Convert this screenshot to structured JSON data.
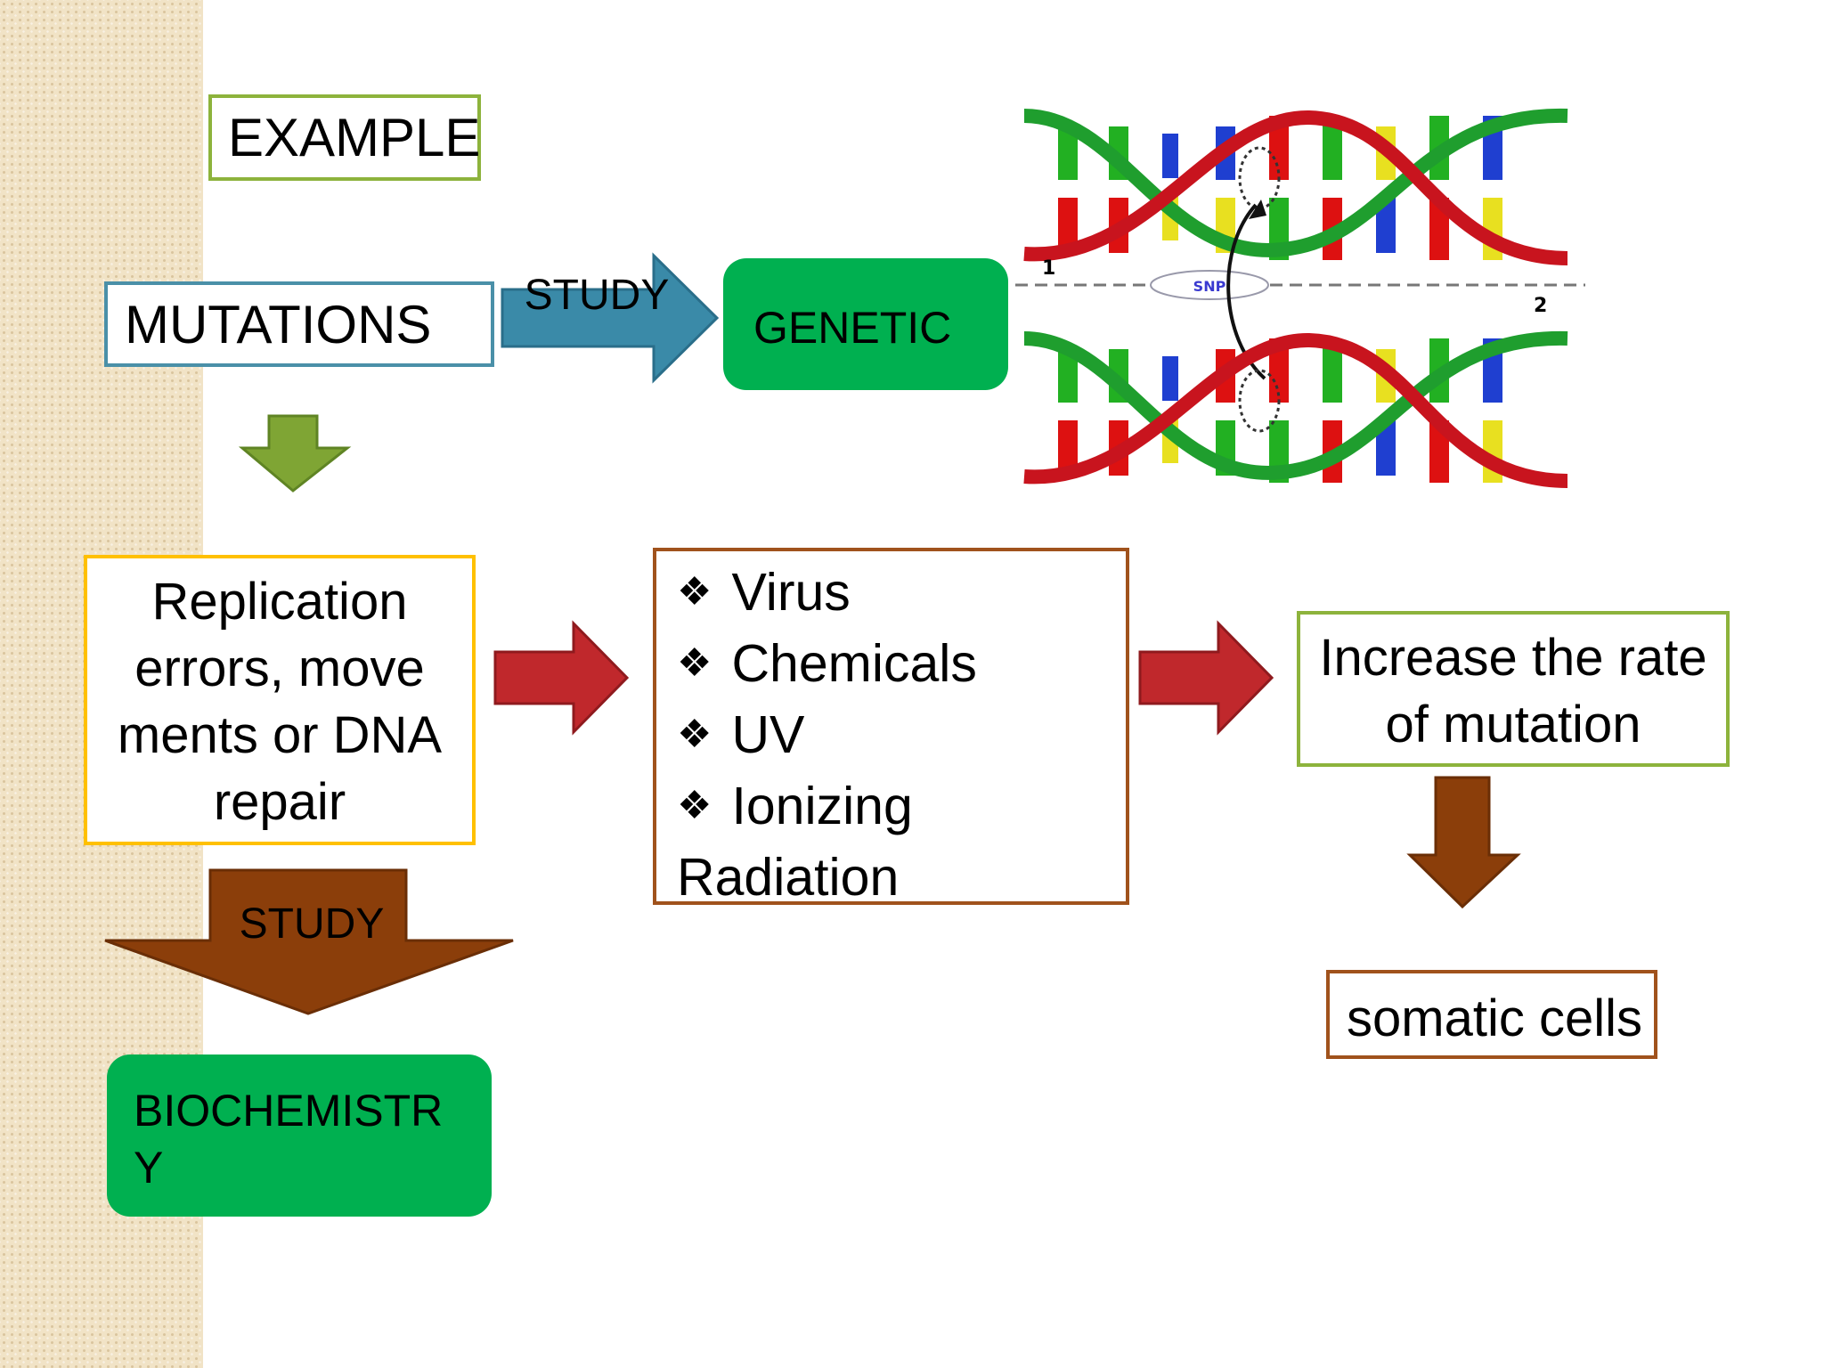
{
  "labels": {
    "example": "EXAMPLE",
    "mutations": "MUTATIONS",
    "study_top": "STUDY",
    "genetic": "GENETIC",
    "replication": "Replication errors, move ments or DNA repair",
    "causes": [
      "Virus",
      "Chemicals",
      "UV",
      "Ionizing Radiation"
    ],
    "increase": "Increase the rate of mutation",
    "somatic": "somatic cells",
    "study_bottom": "STUDY",
    "biochemistry": "BIOCHEMISTRY",
    "snp_label": "SNP",
    "strand_1": "1",
    "strand_2": "2"
  },
  "bullet_symbol": "❖",
  "colors": {
    "green_fill": "#00b050",
    "teal_arrow": "#3a8aa8",
    "olive_arrow": "#7fa534",
    "red_arrow": "#c0282c",
    "brown_arrow": "#8b3e0a",
    "helix_green": "#1f9e2e",
    "helix_red": "#c8141e"
  },
  "icons": [
    "arrow-right-icon",
    "arrow-down-icon",
    "dna-helix-icon"
  ]
}
